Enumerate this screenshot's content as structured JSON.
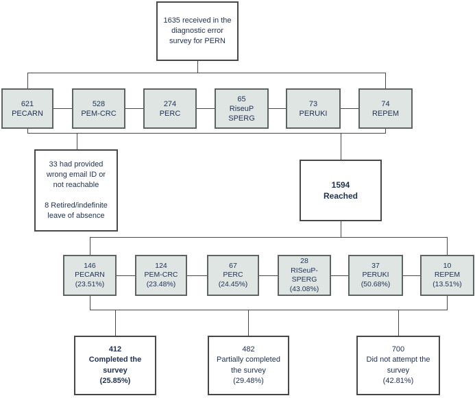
{
  "diagram": {
    "top_box": {
      "text": "1635 received in the\ndiagnostic error\nsurvey for PERN"
    },
    "row_sent": [
      {
        "text": "621\nPECARN"
      },
      {
        "text": "528\nPEM-CRC"
      },
      {
        "text": "274\nPERC"
      },
      {
        "text": "65\nRiseuP\nSPERG"
      },
      {
        "text": "73\nPERUKI"
      },
      {
        "text": "74\nREPEM"
      }
    ],
    "not_reached_box": {
      "text": "33 had provided\nwrong email ID or\nnot reachable\n\n8 Retired/indefinite\nleave of absence"
    },
    "reached_box": {
      "text": "1594\nReached"
    },
    "row_responded": [
      {
        "text": "146\nPECARN\n(23.51%)"
      },
      {
        "text": "124\nPEM-CRC\n(23.48%)"
      },
      {
        "text": "67\nPERC\n(24.45%)"
      },
      {
        "text": "28\nRISeuP-\nSPERG\n(43.08%)"
      },
      {
        "text": "37\nPERUKI\n(50.68%)"
      },
      {
        "text": "10\nREPEM\n(13.51%)"
      }
    ],
    "outcomes": [
      {
        "text": "412\nCompleted the\nsurvey\n(25.85%)"
      },
      {
        "text": "482\nPartially completed\nthe survey\n(29.48%)"
      },
      {
        "text": "700\nDid not attempt the\nsurvey\n(42.81%)"
      }
    ],
    "colors": {
      "box_fill": "#dfe5e3",
      "box_border": "#5d6360",
      "white_box_border": "#474747",
      "connector": "#474747",
      "text": "#1e2f52",
      "background": "#ffffff"
    }
  }
}
